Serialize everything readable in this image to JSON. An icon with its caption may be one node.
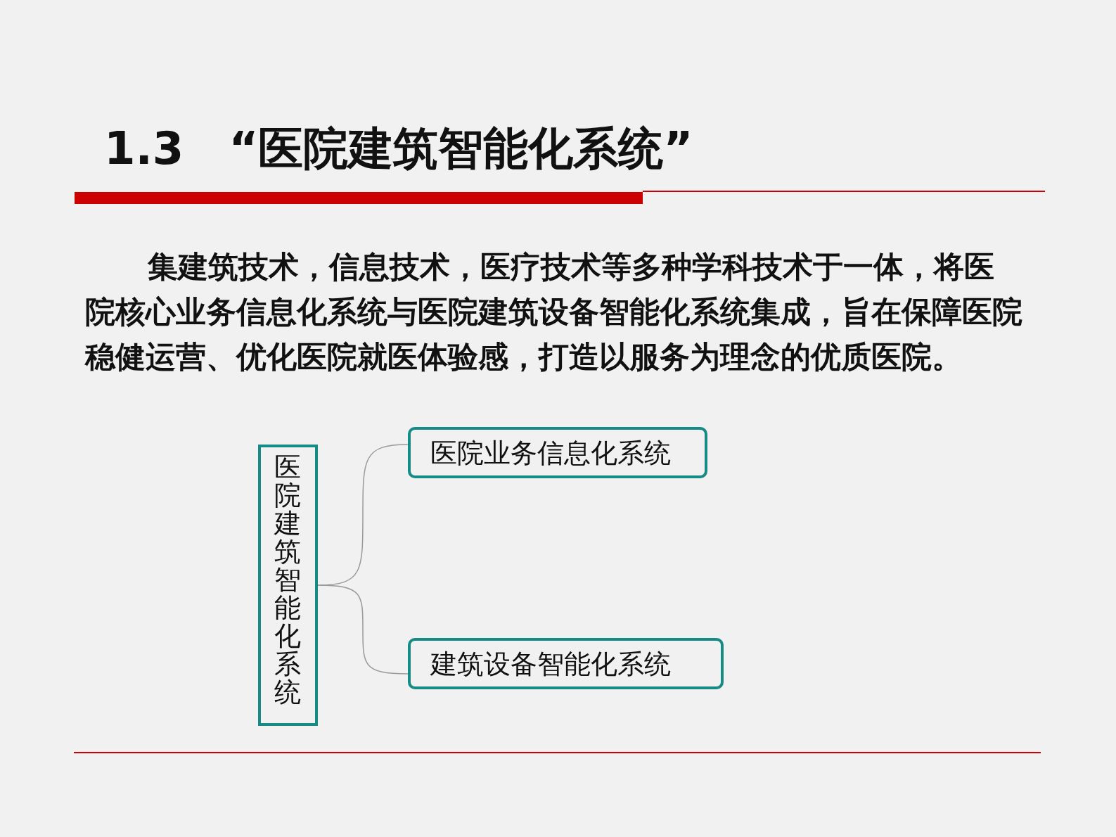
{
  "diagram": {
    "title": "1.3　“医院建筑智能化系统”",
    "nodes": [
      {
        "text": [
          "医院建筑智能化系统"
        ]
      },
      {
        "text": [
          "医院业务信息化系统"
        ]
      },
      {
        "text": [
          "建筑设备智能化系统"
        ]
      }
    ],
    "edges": [
      {
        "from": 0,
        "to": 1,
        "arrow": "none"
      },
      {
        "from": 0,
        "to": 2,
        "arrow": "none"
      }
    ],
    "labels": [
      "集建筑技术，信息技术，医疗技术等多种学科技术于一体，将医院核心业务信息化系统与医院建筑设备智能化系统集成，旨在保障医院稳健运营、优化医院就医体验感，打造以服务为理念的优质医院。"
    ]
  }
}
